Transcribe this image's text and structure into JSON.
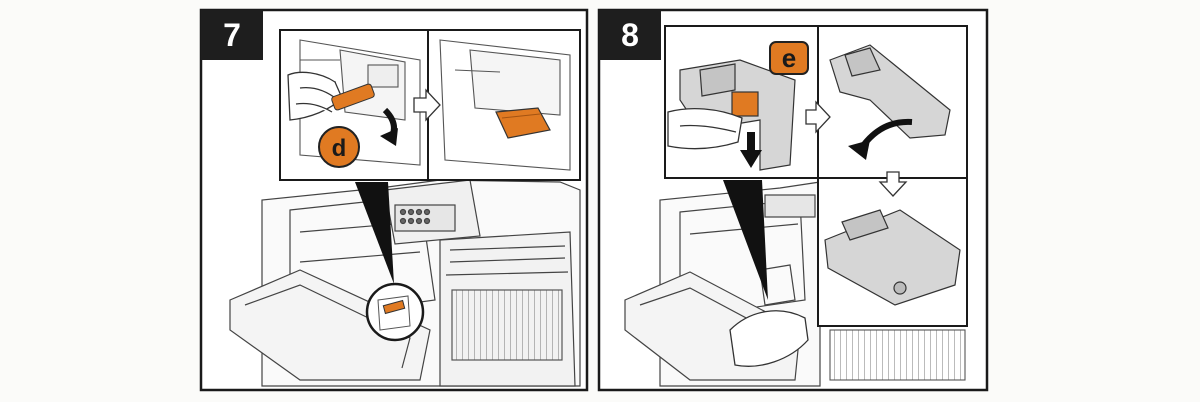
{
  "steps": [
    {
      "number": "7",
      "callout": "d"
    },
    {
      "number": "8",
      "callout": "e"
    }
  ],
  "colors": {
    "accent": "#e07a22",
    "frame": "#1a1a1a",
    "badge_bg": "#1e1e1e",
    "badge_text": "#ffffff",
    "line": "#555555",
    "paper": "#fbfbf9"
  },
  "icons": [
    "hand-icon",
    "arrow-right-icon",
    "arrow-down-icon",
    "rotate-arrow-icon",
    "magnify-circle-icon"
  ]
}
